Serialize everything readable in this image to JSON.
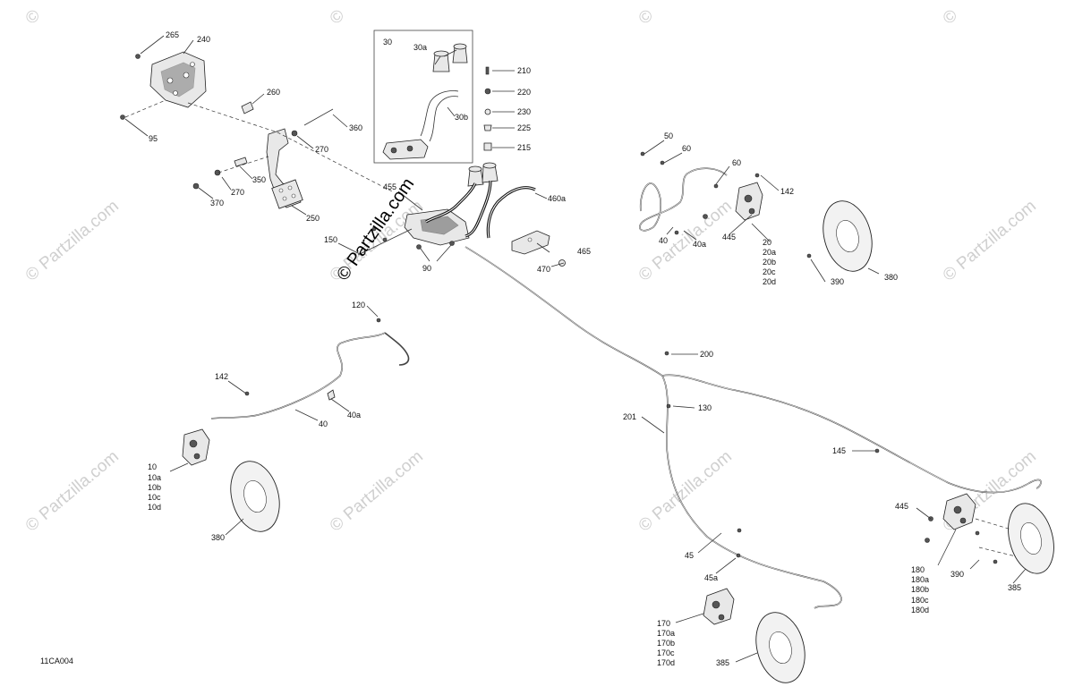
{
  "diagram": {
    "code": "11CA004",
    "watermark_text": "Partzilla.com",
    "watermark_copyright": "©",
    "callouts": [
      "265",
      "240",
      "95",
      "260",
      "360",
      "270",
      "270",
      "350",
      "370",
      "250",
      "30",
      "30a",
      "30b",
      "210",
      "220",
      "230",
      "225",
      "215",
      "455",
      "460a",
      "465",
      "470",
      "150",
      "90",
      "50",
      "60",
      "60",
      "142",
      "40",
      "40a",
      "445",
      "20",
      "20a",
      "20b",
      "20c",
      "20d",
      "390",
      "380",
      "120",
      "142",
      "40a",
      "40",
      "10",
      "10a",
      "10b",
      "10c",
      "10d",
      "380",
      "200",
      "130",
      "201",
      "145",
      "45",
      "45a",
      "445",
      "180",
      "180a",
      "180b",
      "180c",
      "180d",
      "390",
      "385",
      "170",
      "170a",
      "170b",
      "170c",
      "170d",
      "385"
    ]
  }
}
